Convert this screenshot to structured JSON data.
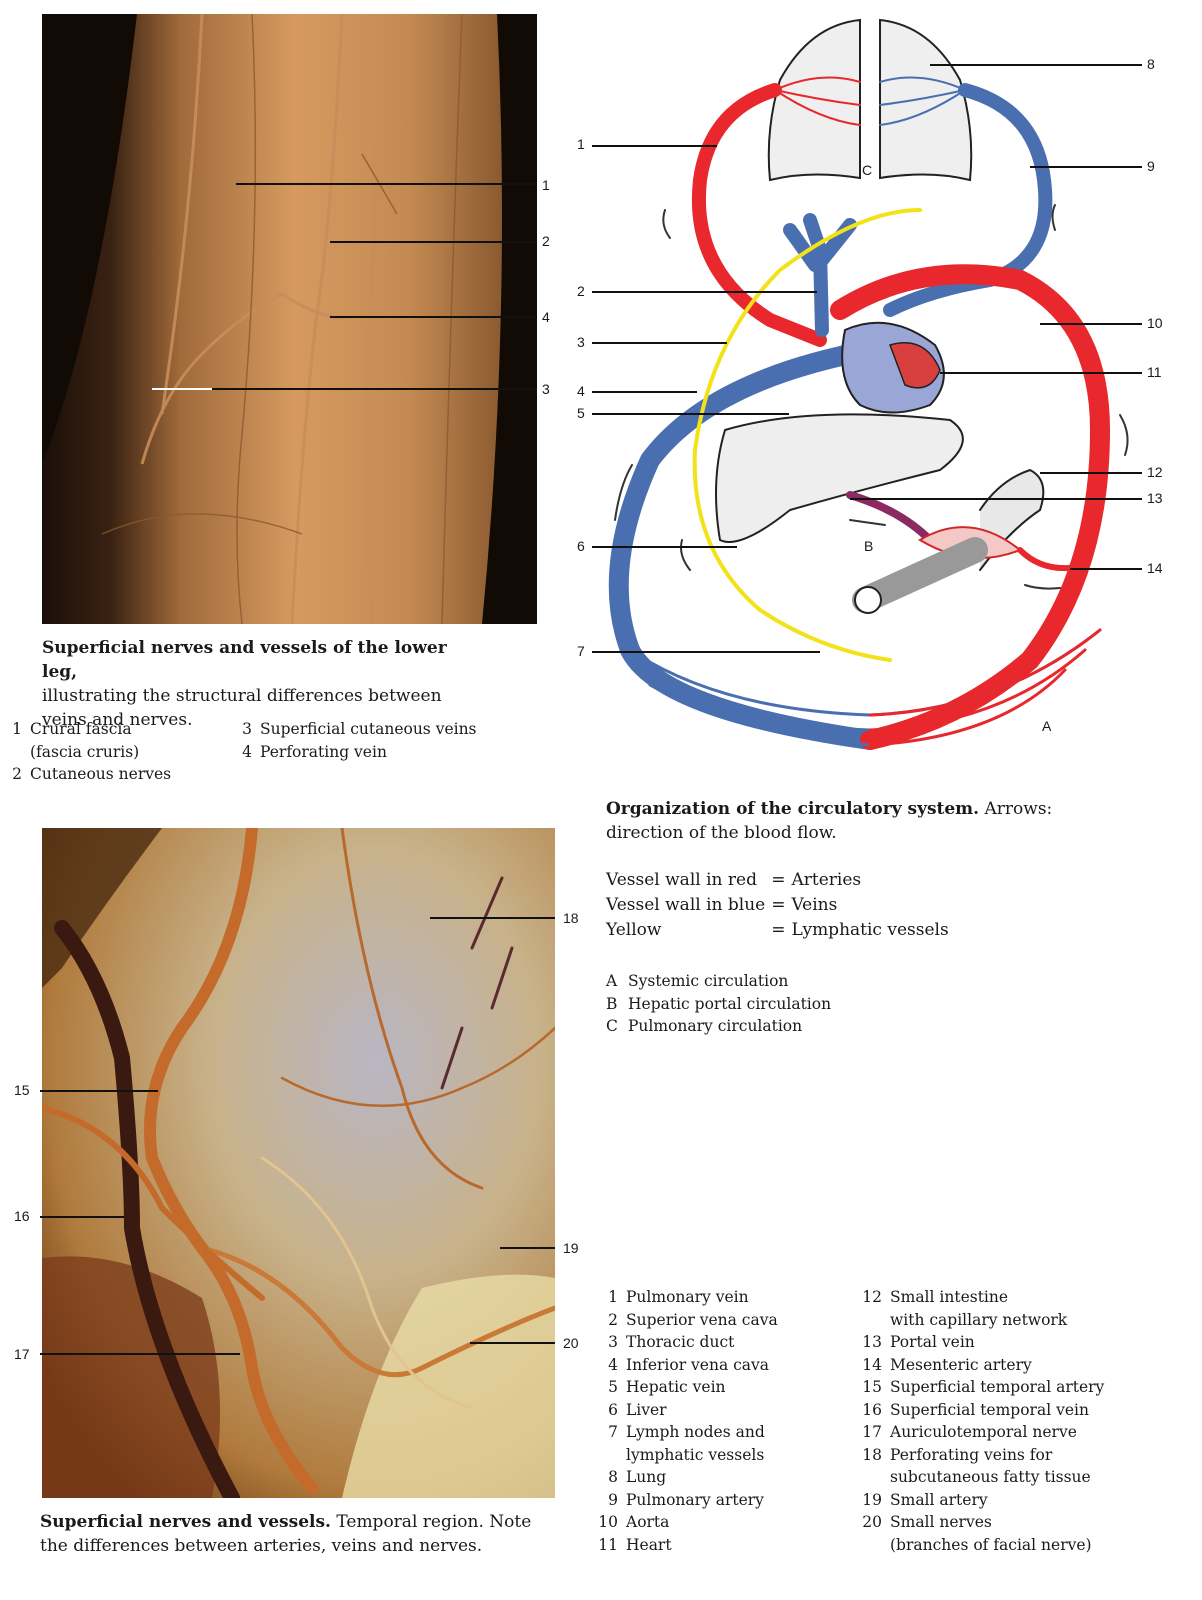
{
  "fig_leg": {
    "caption_title": "Superficial nerves and vessels of the lower leg,",
    "caption_text": "illustrating the structural differences between veins and nerves.",
    "labels": [
      "1",
      "2",
      "4",
      "3"
    ],
    "legend": [
      {
        "n": "1",
        "t": "Crural fascia",
        "t2": "(fascia cruris)"
      },
      {
        "n": "2",
        "t": "Cutaneous nerves"
      },
      {
        "n": "3",
        "t": "Superficial cutaneous veins"
      },
      {
        "n": "4",
        "t": "Perforating vein"
      }
    ]
  },
  "fig_circ": {
    "labels_left": [
      "1",
      "2",
      "3",
      "4",
      "5",
      "6",
      "7"
    ],
    "labels_right": [
      "8",
      "9",
      "10",
      "11",
      "12",
      "13",
      "14"
    ],
    "region_labels": {
      "A": "A",
      "B": "B",
      "C": "C"
    },
    "caption_title": "Organization of the circulatory system.",
    "caption_text": "Arrows: direction of the blood flow.",
    "key": [
      {
        "a": "Vessel wall in red",
        "b": "=",
        "c": "Arteries"
      },
      {
        "a": "Vessel wall in blue",
        "b": "=",
        "c": "Veins"
      },
      {
        "a": "Yellow",
        "b": "=",
        "c": "Lymphatic vessels"
      }
    ],
    "circulations": [
      {
        "n": "A",
        "t": "Systemic circulation"
      },
      {
        "n": "B",
        "t": "Hepatic portal circulation"
      },
      {
        "n": "C",
        "t": "Pulmonary circulation"
      }
    ],
    "colors": {
      "artery": "#e8282c",
      "vein": "#4a6fb0",
      "lymph": "#f2e21a"
    }
  },
  "fig_temporal": {
    "labels": [
      "18",
      "15",
      "16",
      "19",
      "17",
      "20"
    ],
    "caption_title": "Superficial nerves and vessels.",
    "caption_text": "Temporal region. Note the differences between arteries, veins and nerves."
  },
  "legend_list": {
    "col1": [
      {
        "n": "1",
        "t": "Pulmonary vein"
      },
      {
        "n": "2",
        "t": "Superior vena cava"
      },
      {
        "n": "3",
        "t": "Thoracic duct"
      },
      {
        "n": "4",
        "t": "Inferior vena cava"
      },
      {
        "n": "5",
        "t": "Hepatic vein"
      },
      {
        "n": "6",
        "t": "Liver"
      },
      {
        "n": "7",
        "t": "Lymph nodes and",
        "t2": "lymphatic vessels"
      },
      {
        "n": "8",
        "t": "Lung"
      },
      {
        "n": "9",
        "t": "Pulmonary artery"
      },
      {
        "n": "10",
        "t": "Aorta"
      },
      {
        "n": "11",
        "t": "Heart"
      }
    ],
    "col2": [
      {
        "n": "12",
        "t": "Small intestine",
        "t2": "with capillary network"
      },
      {
        "n": "13",
        "t": "Portal vein"
      },
      {
        "n": "14",
        "t": "Mesenteric artery"
      },
      {
        "n": "15",
        "t": "Superficial temporal artery"
      },
      {
        "n": "16",
        "t": "Superficial temporal vein"
      },
      {
        "n": "17",
        "t": "Auriculotemporal nerve"
      },
      {
        "n": "18",
        "t": "Perforating veins for",
        "t2": "subcutaneous fatty tissue"
      },
      {
        "n": "19",
        "t": "Small artery"
      },
      {
        "n": "20",
        "t": "Small nerves",
        "t2": "(branches of facial nerve)"
      }
    ]
  }
}
